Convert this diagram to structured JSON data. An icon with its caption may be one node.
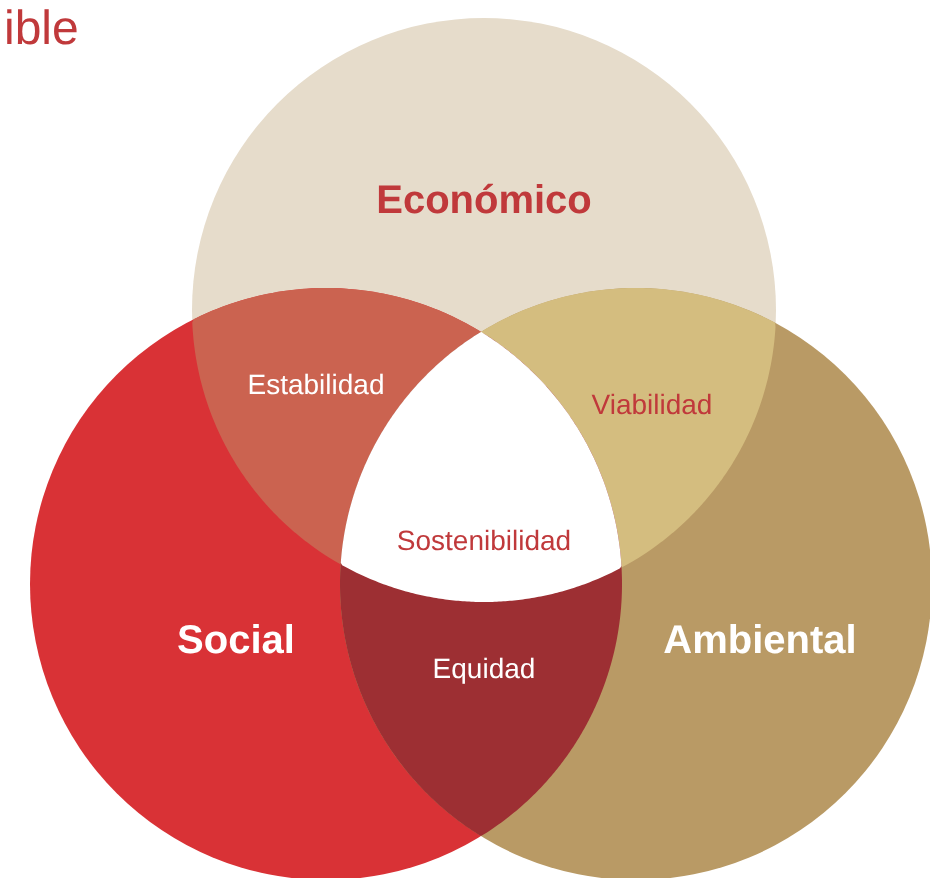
{
  "diagram": {
    "nodes": [
      {
        "text": [
          "Económico"
        ]
      },
      {
        "text": [
          "Social"
        ]
      },
      {
        "text": [
          "Ambiental"
        ]
      },
      {
        "text": [
          "Estabilidad"
        ]
      },
      {
        "text": [
          "Viabilidad"
        ]
      },
      {
        "text": [
          "Sostenibilidad"
        ]
      },
      {
        "text": [
          "Equidad"
        ]
      }
    ],
    "edges": [],
    "labels": [
      "ible"
    ]
  }
}
